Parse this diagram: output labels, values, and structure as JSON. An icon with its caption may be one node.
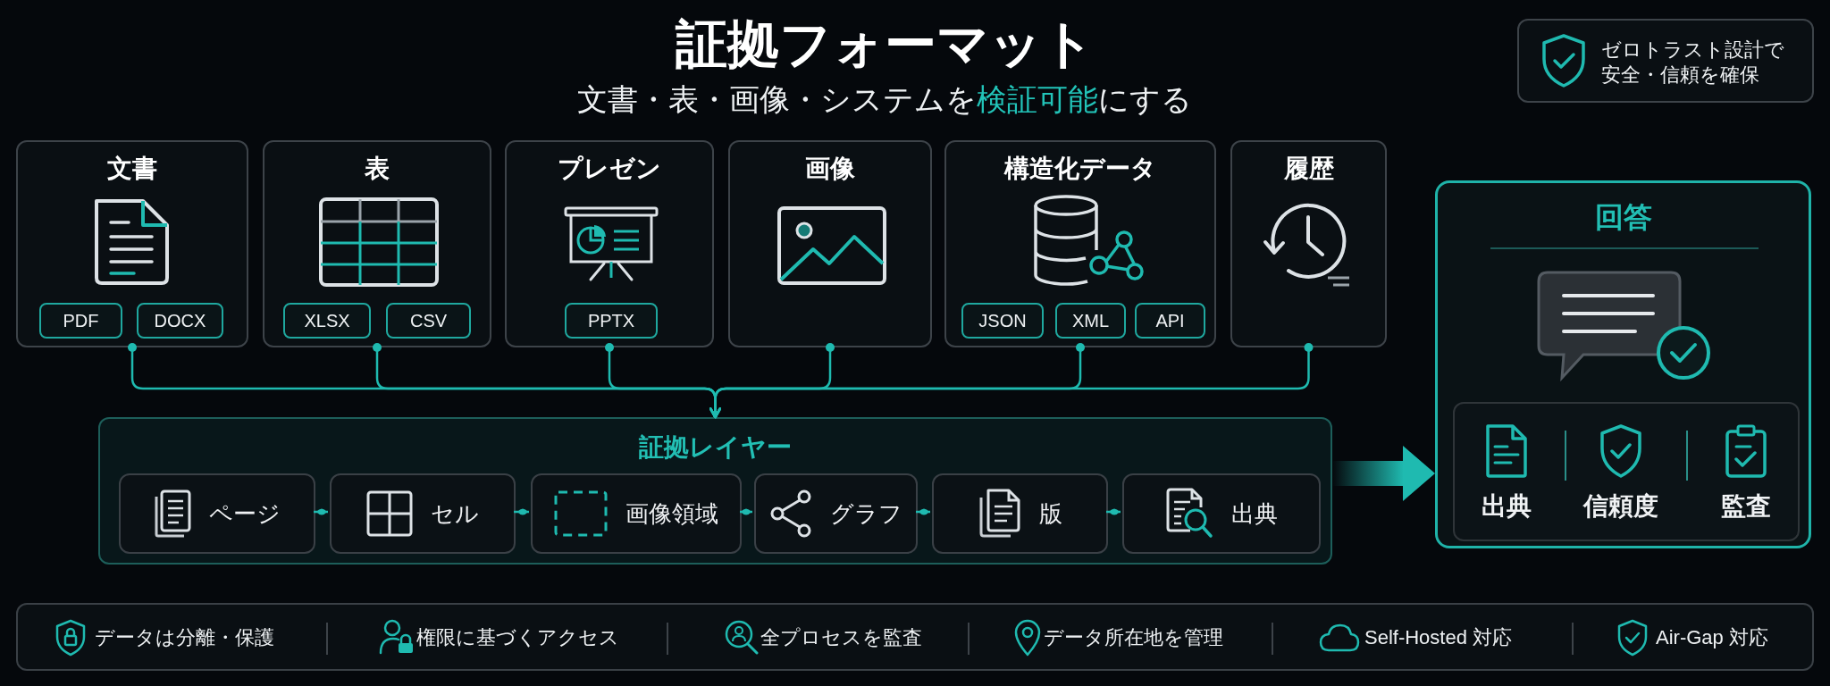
{
  "diagram": {
    "title": "証拠フォーマット",
    "nodes": [
      {
        "text": [
          "ゼロトラスト設計で安全・信頼を確保"
        ]
      },
      {
        "text": [
          "文書"
        ]
      },
      {
        "text": [
          "PDF"
        ],
        "in": 1
      },
      {
        "text": [
          "DOCX"
        ],
        "in": 1
      },
      {
        "text": [
          "表"
        ]
      },
      {
        "text": [
          "XLSX"
        ],
        "in": 4
      },
      {
        "text": [
          "CSV"
        ],
        "in": 4
      },
      {
        "text": [
          "プレゼン"
        ]
      },
      {
        "text": [
          "PPTX"
        ],
        "in": 7
      },
      {
        "text": [
          "画像"
        ]
      },
      {
        "text": [
          "構造化データ"
        ]
      },
      {
        "text": [
          "JSON"
        ],
        "in": 10
      },
      {
        "text": [
          "XML"
        ],
        "in": 10
      },
      {
        "text": [
          "API"
        ],
        "in": 10
      },
      {
        "text": [
          "履歴"
        ]
      },
      {
        "text": [
          "証拠レイヤー"
        ]
      },
      {
        "text": [
          "ページ"
        ],
        "in": 15
      },
      {
        "text": [
          "セル"
        ],
        "in": 15
      },
      {
        "text": [
          "画像領域"
        ],
        "in": 15
      },
      {
        "text": [
          "グラフ"
        ],
        "in": 15
      },
      {
        "text": [
          "版"
        ],
        "in": 15
      },
      {
        "text": [
          "出典"
        ],
        "in": 15
      },
      {
        "text": [
          "回答"
        ]
      },
      {
        "text": [
          "出典",
          "信頼度",
          "監査"
        ],
        "in": 22
      },
      {
        "text": [
          "データは分離・保護",
          "権限に基づくアクセス",
          "全プロセスを監査",
          "データ所在地を管理",
          "Self-Hosted 対応",
          "Air-Gap 対応"
        ]
      }
    ],
    "edges": [
      {
        "from": 1,
        "to": 15,
        "arrow": "to"
      },
      {
        "from": 4,
        "to": 15,
        "arrow": "to"
      },
      {
        "from": 7,
        "to": 15,
        "arrow": "to"
      },
      {
        "from": 9,
        "to": 15,
        "arrow": "to"
      },
      {
        "from": 10,
        "to": 15,
        "arrow": "to"
      },
      {
        "from": 14,
        "to": 15,
        "arrow": "to"
      },
      {
        "from": 16,
        "to": 17,
        "arrow": "other"
      },
      {
        "from": 17,
        "to": 18,
        "arrow": "other"
      },
      {
        "from": 18,
        "to": 19,
        "arrow": "other"
      },
      {
        "from": 19,
        "to": 20,
        "arrow": "other"
      },
      {
        "from": 20,
        "to": 21,
        "arrow": "other"
      },
      {
        "from": 15,
        "to": 22,
        "arrow": "to",
        "style": "thick"
      }
    ],
    "labels": [
      "文書・表・画像・システムを**検証可能**にする"
    ]
  }
}
